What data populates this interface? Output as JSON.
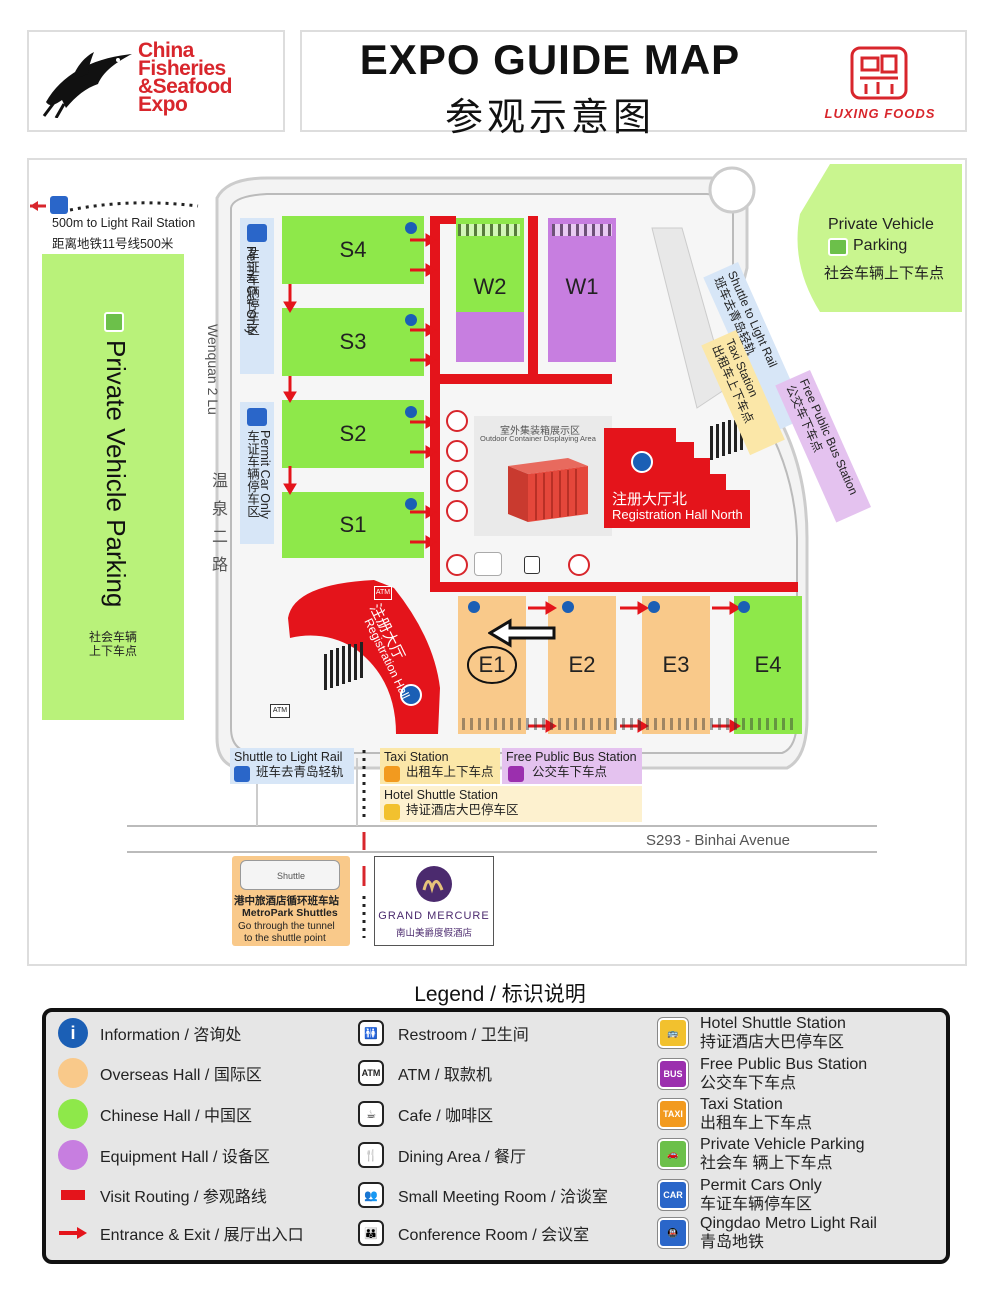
{
  "header": {
    "logo_lines": [
      "China",
      "Fisheries",
      "&Seafood",
      "Expo"
    ],
    "title_en": "EXPO GUIDE MAP",
    "title_cn": "参观示意图",
    "sponsor": "LUXING FOODS"
  },
  "map": {
    "halls": {
      "s4": "S4",
      "s3": "S3",
      "s2": "S2",
      "s1": "S1",
      "w2": "W2",
      "w1": "W1",
      "e1": "E1",
      "e2": "E2",
      "e3": "E3",
      "e4": "E4"
    },
    "light_rail_distance_en": "500m to Light Rail Station",
    "light_rail_distance_cn": "距离地铁11号线500米",
    "left_parking_en": "Private Vehicle Parking",
    "left_parking_cn": "社会车辆上下车点",
    "permit_1_en": "Permit Car Only",
    "permit_1_cn": "车证车辆停车区",
    "permit_2_en": "Permit Car Only",
    "permit_2_cn": "车证车辆停车区",
    "road_west_en": "Wenquan 2 Lu",
    "road_west_cn": "温泉二路",
    "road_south": "S293 - Binhai Avenue",
    "container_area_cn": "室外集装箱展示区",
    "container_area_en": "Outdoor Container Displaying Area",
    "reg_north_cn": "注册大厅北",
    "reg_north_en": "Registration Hall North",
    "reg_hall_cn": "注册大厅",
    "reg_hall_en": "Registration Hall",
    "atm_label": "ATM",
    "right_parking_en_1": "Private Vehicle",
    "right_parking_en_2": "Parking",
    "right_parking_cn": "社会车辆上下车点",
    "diag_shuttle_en": "Shuttle to Light Rail",
    "diag_shuttle_cn": "班车去青岛轻轨",
    "diag_taxi_en": "Taxi Station",
    "diag_taxi_cn": "出租车上下车点",
    "diag_bus_en": "Free Public Bus Station",
    "diag_bus_cn": "公交车下车点",
    "bottom_shuttle_en": "Shuttle to Light Rail",
    "bottom_shuttle_cn": "班车去青岛轻轨",
    "bottom_taxi_en": "Taxi Station",
    "bottom_taxi_cn": "出租车上下车点",
    "bottom_bus_en": "Free Public Bus Station",
    "bottom_bus_cn": "公交车下车点",
    "hotel_shuttle_en": "Hotel Shuttle Station",
    "hotel_shuttle_cn": "持证酒店大巴停车区",
    "metropark_cn": "港中旅酒店循环班车站",
    "metropark_en": "MetroPark Shuttles",
    "metropark_note_1": "Go through the tunnel",
    "metropark_note_2": "to the shuttle point",
    "hotel_name_en": "GRAND MERCURE",
    "hotel_name_cn": "南山美爵度假酒店",
    "bus_graphic_text": "Shuttle"
  },
  "legend": {
    "title": "Legend / 标识说明",
    "items": [
      {
        "label": "Information / 咨询处",
        "icon": "info-icon"
      },
      {
        "label": "Overseas Hall / 国际区",
        "icon": "overseas-hall-swatch"
      },
      {
        "label": "Chinese Hall / 中国区",
        "icon": "chinese-hall-swatch"
      },
      {
        "label": "Equipment Hall / 设备区",
        "icon": "equipment-hall-swatch"
      },
      {
        "label": "Visit Routing / 参观路线",
        "icon": "route-swatch"
      },
      {
        "label": "Entrance & Exit / 展厅出入口",
        "icon": "entrance-arrow-icon"
      },
      {
        "label": "Restroom / 卫生间",
        "icon": "restroom-icon"
      },
      {
        "label": "ATM / 取款机",
        "icon": "atm-icon"
      },
      {
        "label": "Cafe / 咖啡区",
        "icon": "cafe-icon"
      },
      {
        "label": "Dining Area / 餐厅",
        "icon": "dining-icon"
      },
      {
        "label": "Small Meeting Room / 洽谈室",
        "icon": "meeting-room-icon"
      },
      {
        "label": "Conference Room / 会议室",
        "icon": "conference-room-icon"
      }
    ],
    "transport": [
      {
        "en": "Hotel Shuttle Station",
        "cn": "持证酒店大巴停车区",
        "color": "#f2c12e",
        "icon": "hotel-shuttle-icon"
      },
      {
        "en": "Free Public Bus Station",
        "cn": "公交车下车点",
        "color": "#9b2fae",
        "icon": "bus-icon"
      },
      {
        "en": "Taxi Station",
        "cn": "出租车上下车点",
        "color": "#f29a1f",
        "icon": "taxi-icon"
      },
      {
        "en": "Private Vehicle Parking",
        "cn": "社会车 辆上下车点",
        "color": "#6cc04a",
        "icon": "private-car-icon"
      },
      {
        "en": "Permit Cars Only",
        "cn": "车证车辆停车区",
        "color": "#2a66c9",
        "icon": "permit-car-icon"
      },
      {
        "en": "Qingdao Metro Light Rail",
        "cn": "青岛地铁",
        "color": "#2a66c9",
        "icon": "metro-icon"
      }
    ]
  },
  "colors": {
    "chinese_hall": "#8ee84a",
    "overseas_hall": "#f9c98a",
    "equipment_hall": "#c77ee0",
    "route": "#e4141b",
    "info": "#1b5fb5"
  }
}
